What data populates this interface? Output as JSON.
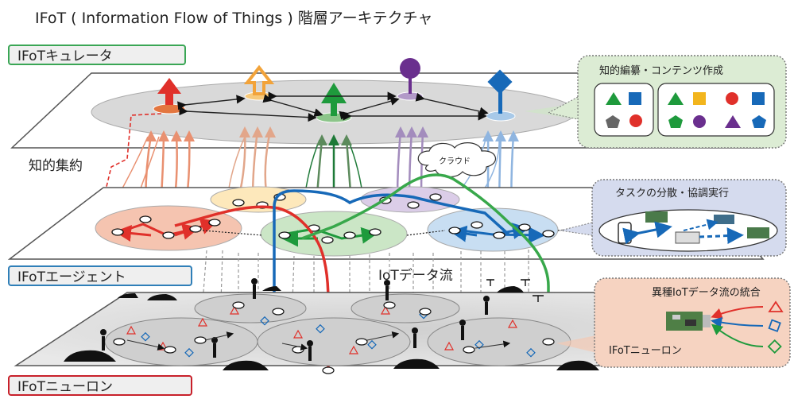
{
  "title": "IFoT ( Information Flow of Things ) 階層アーキテクチャ",
  "layers": {
    "curator": "IFoTキュレータ",
    "agent": "IFoTエージェント",
    "neuron": "IFoTニューロン"
  },
  "annotations": {
    "aggregation": "知的集約",
    "cloud": "クラウド",
    "iot_flow": "IoTデータ流",
    "neuron_inline": "IFoTニューロン"
  },
  "callouts": {
    "editing": "知的編纂・コンテンツ作成",
    "tasks": "タスクの分散・協調実行",
    "integration": "異種IoTデータ流の統合"
  },
  "colors": {
    "red": "#e0302a",
    "orange": "#f2a33a",
    "green": "#1e9a3c",
    "purple": "#6a2f8e",
    "blue": "#1769b8",
    "curator_border": "#3aa655",
    "agent_border": "#2f7fb8",
    "neuron_border": "#c8202a"
  }
}
